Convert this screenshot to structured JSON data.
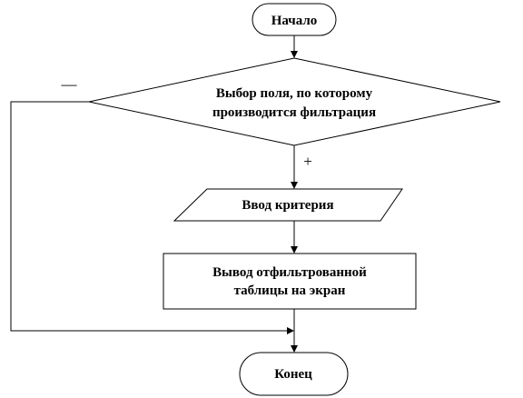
{
  "flowchart": {
    "start": {
      "label": "Начало"
    },
    "decision": {
      "line1": "Выбор поля, по которому",
      "line2": "производится фильтрация"
    },
    "input": {
      "label": "Ввод критерия"
    },
    "process": {
      "line1": "Вывод отфильтрованной",
      "line2": "таблицы на экран"
    },
    "end": {
      "label": "Конец"
    },
    "branch_yes": "+",
    "branch_no": "—"
  }
}
